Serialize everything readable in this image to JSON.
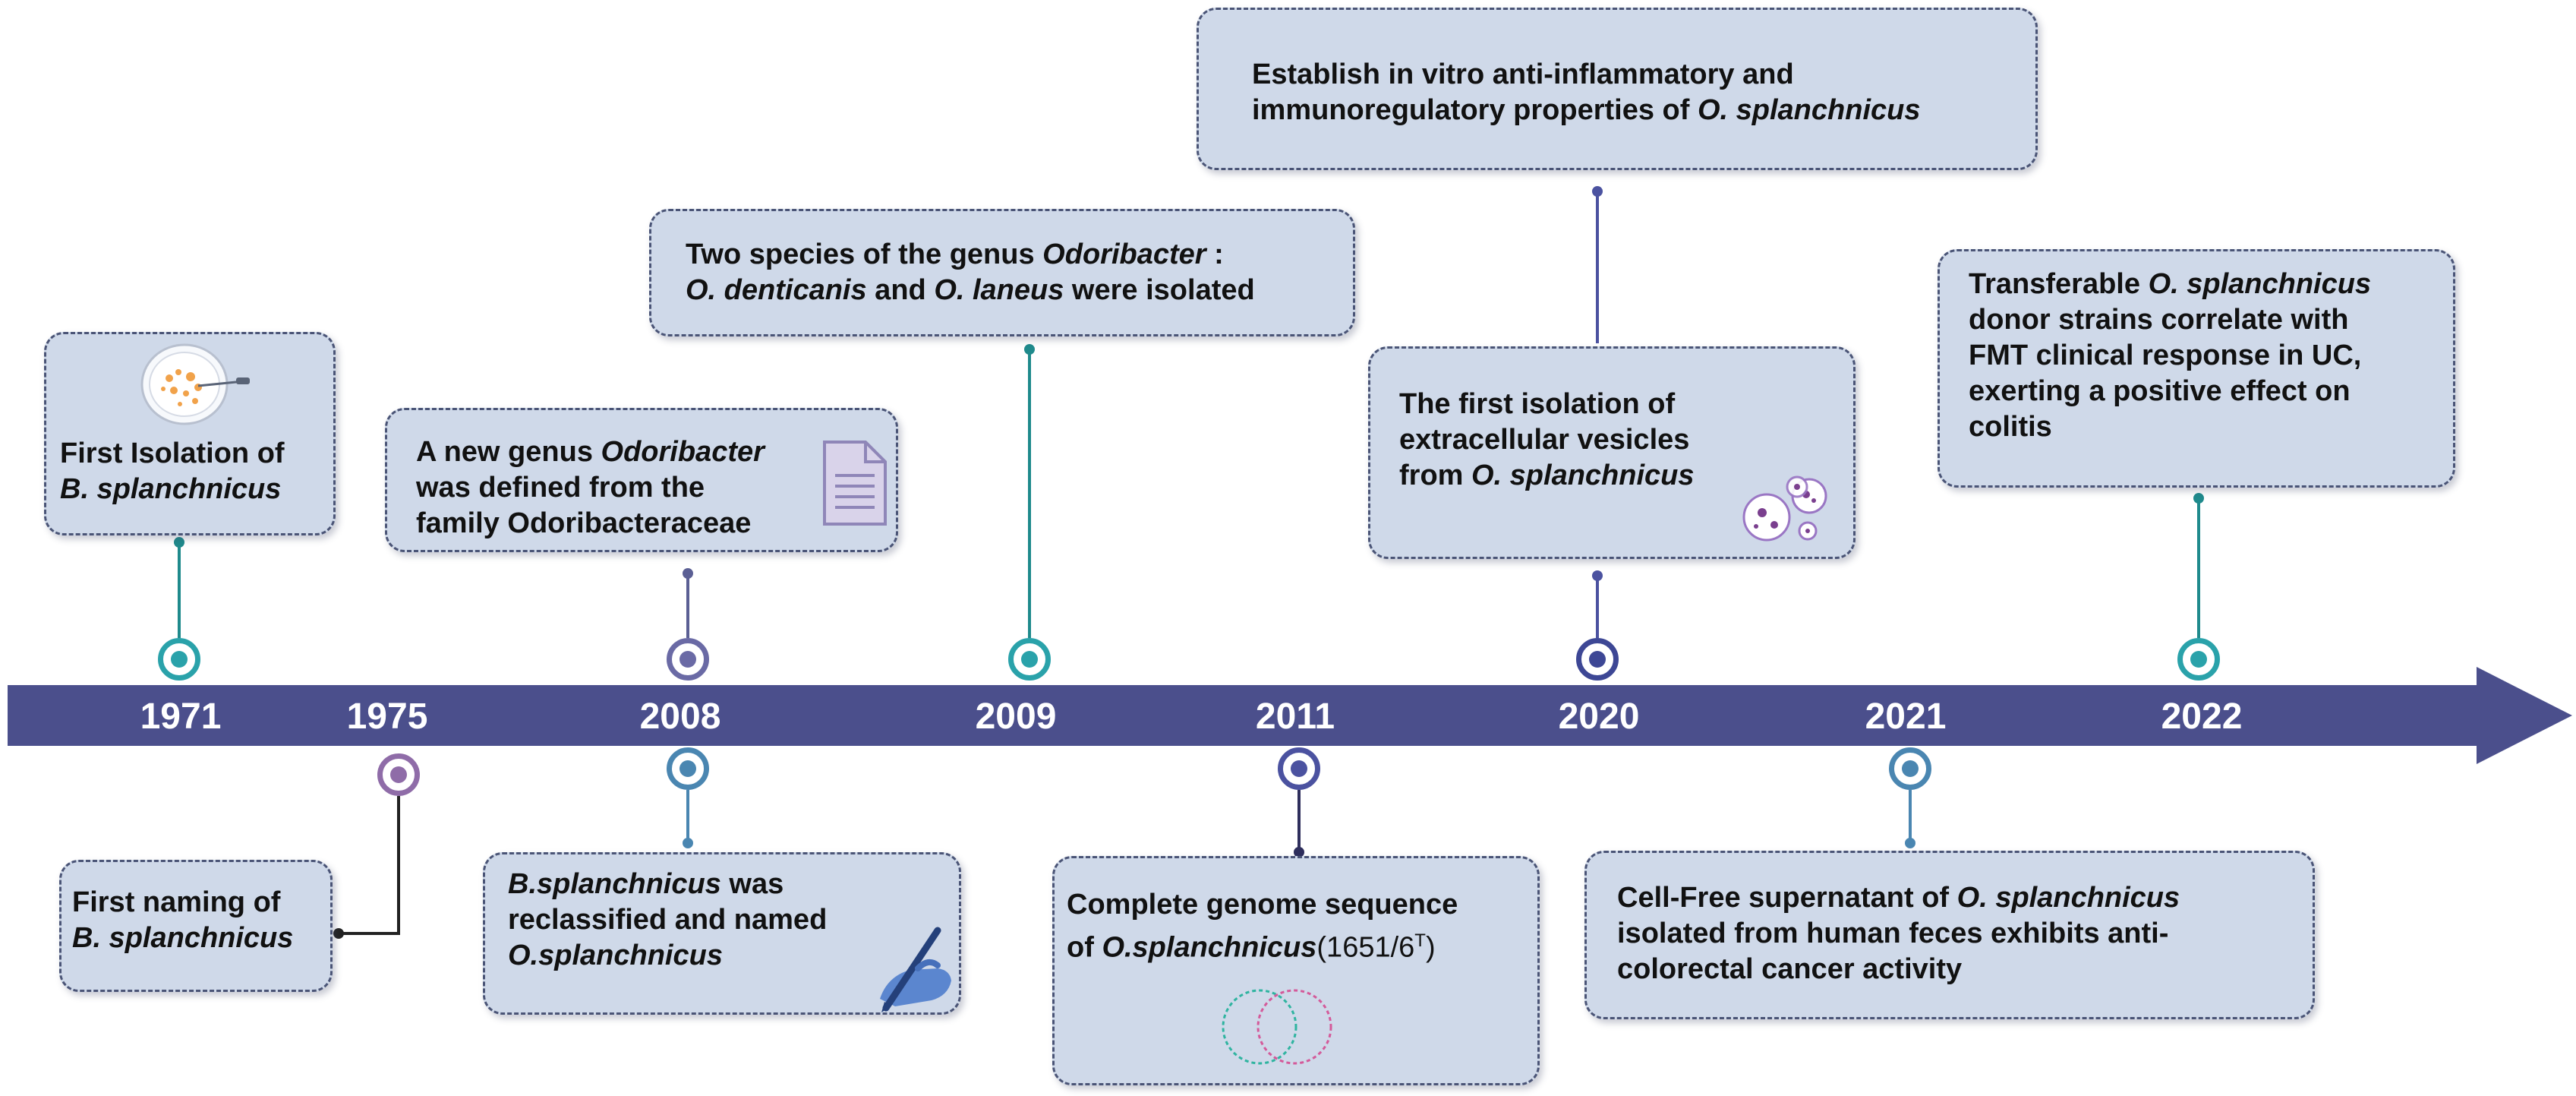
{
  "colors": {
    "axis": "#4b4f8c",
    "card_fill": "#cfd9e9",
    "card_border": "#4a5476",
    "teal": "#2aa2aa",
    "violet": "#6a6aa5",
    "navy": "#3d4795",
    "steel": "#4a86b1",
    "purple": "#8f6ca8"
  },
  "years": [
    "1971",
    "1975",
    "2008",
    "2009",
    "2011",
    "2020",
    "2021",
    "2022"
  ],
  "events": {
    "e1971": {
      "line1": "First Isolation of",
      "line2": "B. splanchnicus",
      "icon": "petri-dish-icon"
    },
    "e1975": {
      "line1": "First naming of",
      "line2": "B. splanchnicus"
    },
    "e2008a": {
      "line1_pre": "A new genus ",
      "line1_it": "Odoribacter",
      "line2": "was defined from the",
      "line3": "family Odoribacteraceae",
      "icon": "document-icon"
    },
    "e2008b": {
      "line1_it": "B.splanchnicus",
      "line1_post": " was",
      "line2": "reclassified and named",
      "line3": "O.splanchnicus",
      "icon": "writing-hand-icon"
    },
    "e2009": {
      "line1_pre": "Two species of the genus ",
      "line1_it": "Odoribacter",
      "line1_post": " :",
      "line2_it_a": "O. denticanis",
      "line2_mid": " and ",
      "line2_it_b": "O. laneus",
      "line2_post": " were isolated"
    },
    "e2011": {
      "line1": "Complete genome sequence",
      "line2_pre": "of ",
      "line2_it": "O.splanchnicus",
      "line2_post": "(1651/6",
      "line2_sup": "T",
      "line2_end": ")",
      "icon": "genome-circles-icon"
    },
    "e2020a": {
      "line1": "Establish in vitro anti-inflammatory and",
      "line2_pre": "immunoregulatory properties of ",
      "line2_it": "O. splanchnicus"
    },
    "e2020b": {
      "line1": "The first isolation of",
      "line2": "extracellular vesicles",
      "line3_pre": "from ",
      "line3_it": "O. splanchnicus",
      "icon": "vesicles-icon"
    },
    "e2021": {
      "line1_pre": "Cell-Free supernatant of ",
      "line1_it": "O. splanchnicus",
      "line2": "isolated from human feces exhibits anti-",
      "line3": "colorectal cancer activity"
    },
    "e2022": {
      "line1_pre": "Transferable ",
      "line1_it": "O. splanchnicus",
      "line2": "donor strains correlate with",
      "line3": "FMT clinical response in UC,",
      "line4": "exerting a positive effect on",
      "line5": "colitis"
    }
  }
}
